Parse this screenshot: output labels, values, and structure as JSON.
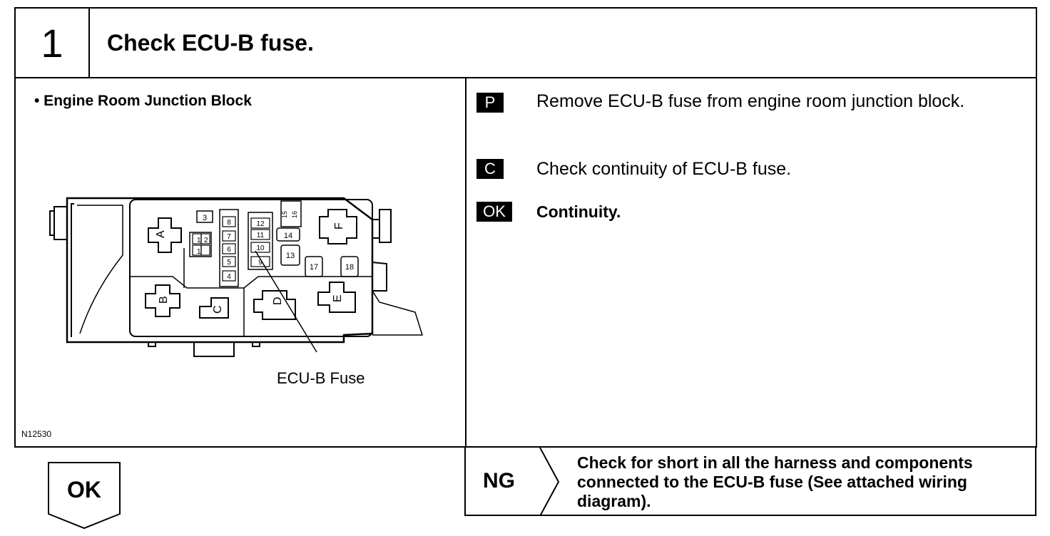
{
  "header": {
    "step_number": "1",
    "title": "Check ECU-B fuse."
  },
  "figure": {
    "title": "• Engine Room Junction Block",
    "figure_id": "N12530",
    "callout": "ECU-B Fuse",
    "relay_labels": [
      "A",
      "B",
      "C",
      "D",
      "E",
      "F"
    ],
    "fuse_numbers": [
      "1",
      "2",
      "3",
      "4",
      "5",
      "6",
      "7",
      "8",
      "9",
      "10",
      "11",
      "12",
      "13",
      "14",
      "15",
      "16",
      "17",
      "18"
    ]
  },
  "instructions": [
    {
      "tag": "P",
      "text": "Remove ECU-B fuse from engine room junction block."
    },
    {
      "tag": "C",
      "text": "Check continuity of ECU-B fuse."
    },
    {
      "tag": "OK",
      "text": "Continuity."
    }
  ],
  "ok_button": {
    "label": "OK"
  },
  "ng": {
    "label": "NG",
    "text": "Check for short in all the harness and components connected to the ECU-B fuse (See attached wiring diagram)."
  }
}
